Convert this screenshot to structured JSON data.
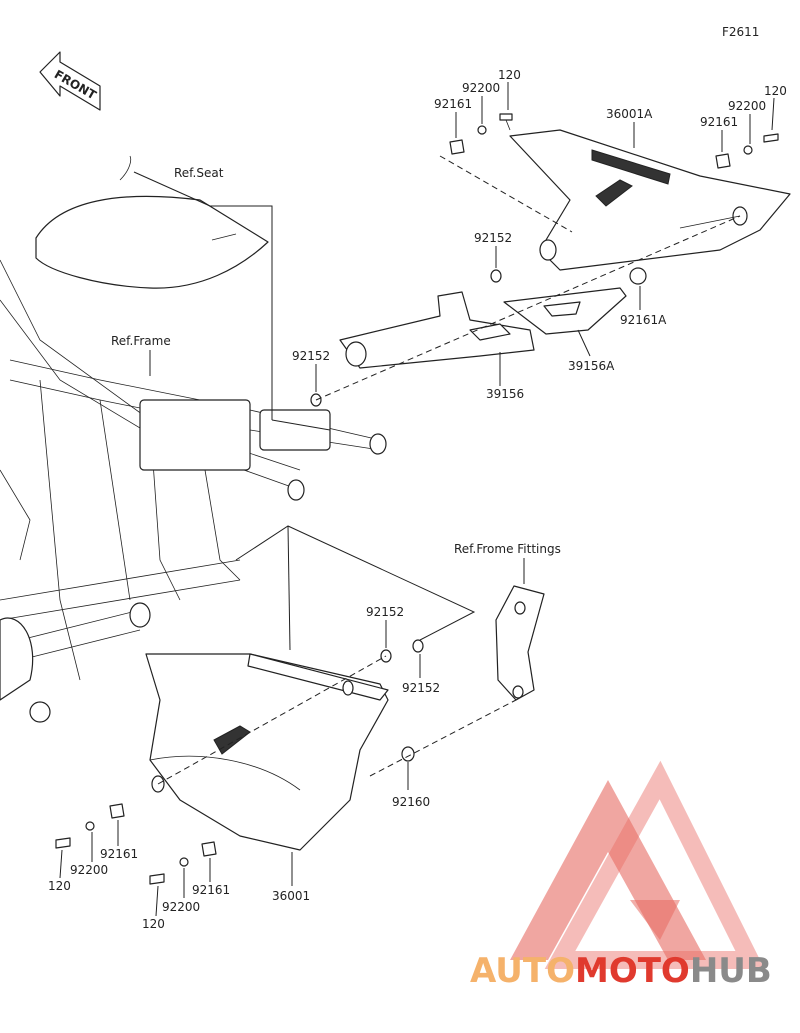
{
  "figure_code": "F2611",
  "front_arrow": "FRONT",
  "refs": {
    "seat": "Ref.Seat",
    "frame": "Ref.Frame",
    "frame_fittings": "Ref.Frome Fittings"
  },
  "parts": {
    "p36001A": "36001A",
    "p36001": "36001",
    "p39156": "39156",
    "p39156A": "39156A",
    "p92161A": "92161A",
    "p92161": "92161",
    "p92200": "92200",
    "p120": "120",
    "p92152": "92152",
    "p92160": "92160"
  },
  "watermark": {
    "part1": "AUTO",
    "part2": "MOTO",
    "part3": "HUB",
    "color_light": "#f5b26b",
    "color_red": "#e03a2e",
    "color_gray": "#8a8a8a"
  }
}
